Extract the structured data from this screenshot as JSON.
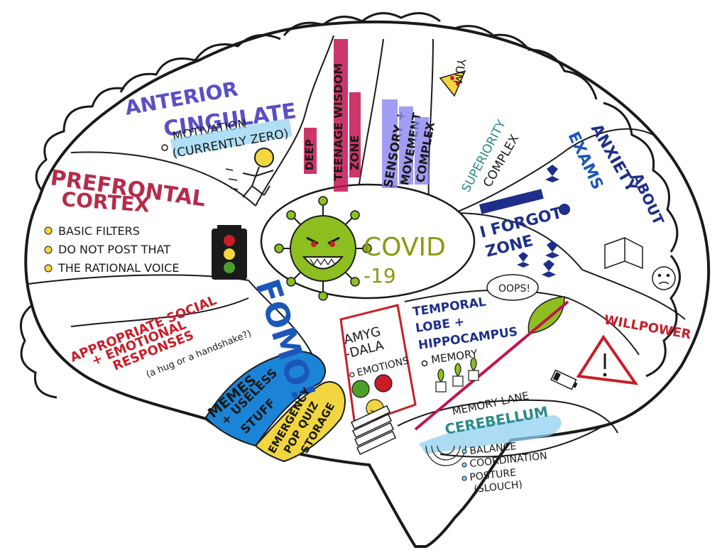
{
  "colors": {
    "outline": "#1a1a1a",
    "purple": "#5a4fc4",
    "blue": "#1b57b8",
    "darkblue": "#1d2f8a",
    "red": "#c81e2a",
    "magenta": "#c3144f",
    "green": "#8cbf1f",
    "teal": "#2a8a8a",
    "yellow": "#f2d640",
    "lightblue": "#8fd0f0",
    "orange": "#e0a020"
  },
  "labels": {
    "anterior_1": "ANTERIOR",
    "anterior_2": "CINGULATE",
    "motivation": "MOTIVATION",
    "currently_zero": "(CURRENTLY ZERO)",
    "teenage_1": "TEENAGE WISDOM",
    "teenage_2": "ZONE",
    "deep": "DEEP",
    "sensory_1": "SENSORY +",
    "sensory_2": "MOVEMENT",
    "sensory_3": "COMPLEX",
    "yum": "YUM",
    "superiority_1": "SUPERIORITY",
    "superiority_2": "COMPLEX",
    "anxiety_1": "ANXIETY",
    "anxiety_2": "ABOUT",
    "anxiety_3": "EXAMS",
    "prefrontal_1": "PREFRONTAL",
    "prefrontal_2": "CORTEX",
    "pf_item1": "BASIC FILTERS",
    "pf_item2": "DO NOT POST THAT",
    "pf_item3": "THE RATIONAL VOICE",
    "covid_1": "COVID",
    "covid_2": "-19",
    "forgot_1": "I FORGOT",
    "forgot_2": "ZONE",
    "oops": "OOPS!",
    "fomo": "FOMO!",
    "appropriate_1": "APPROPRIATE SOCIAL",
    "appropriate_2": "+ EMOTIONAL",
    "appropriate_3": "RESPONSES",
    "hug": "(a hug or a handshake?)",
    "temporal_1": "TEMPORAL",
    "temporal_2": "LOBE +",
    "temporal_3": "HIPPOCAMPUS",
    "memory": "MEMORY",
    "willpower": "WILLPOWER",
    "amyg_1": "AMYG",
    "amyg_2": "-DALA",
    "emotions": "EMOTIONS",
    "memes_1": "MEMES",
    "memes_2": "+ USELESS",
    "memes_3": "STUFF",
    "emergency_1": "EMERGENCY",
    "emergency_2": "POP QUIZ",
    "emergency_3": "STORAGE",
    "memory_lane": "MEMORY LANE",
    "cerebellum": "CEREBELLUM",
    "cb_item1": "BALANCE",
    "cb_item2": "COORDINATION",
    "cb_item3": "POSTURE",
    "cb_item4": "(SLOUCH)"
  }
}
